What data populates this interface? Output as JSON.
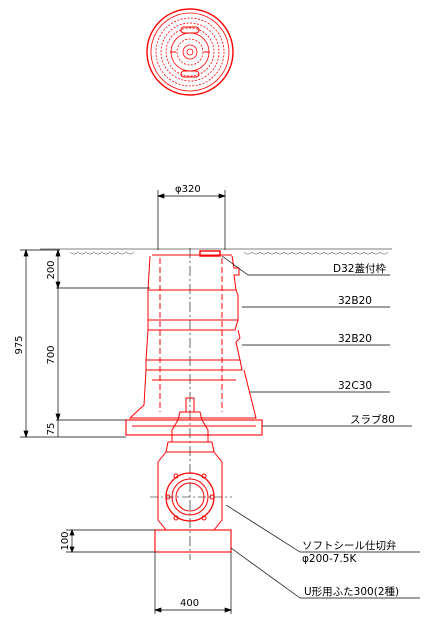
{
  "dimensions": {
    "top_diameter": "φ320",
    "total_height": "975",
    "h_200": "200",
    "h_700": "700",
    "h_75": "75",
    "h_100": "100",
    "width_400": "400"
  },
  "callouts": {
    "frame": "D32蓋付枠",
    "b20_upper": "32B20",
    "b20_lower": "32B20",
    "c30": "32C30",
    "slab": "スラブ80",
    "valve_line1": "ソフトシール仕切弁",
    "valve_line2": "φ200-7.5K",
    "lid": "U形用ふた300(2種)"
  },
  "colors": {
    "part": "#ff0000",
    "dimension": "#000000",
    "centerline": "#000000"
  }
}
